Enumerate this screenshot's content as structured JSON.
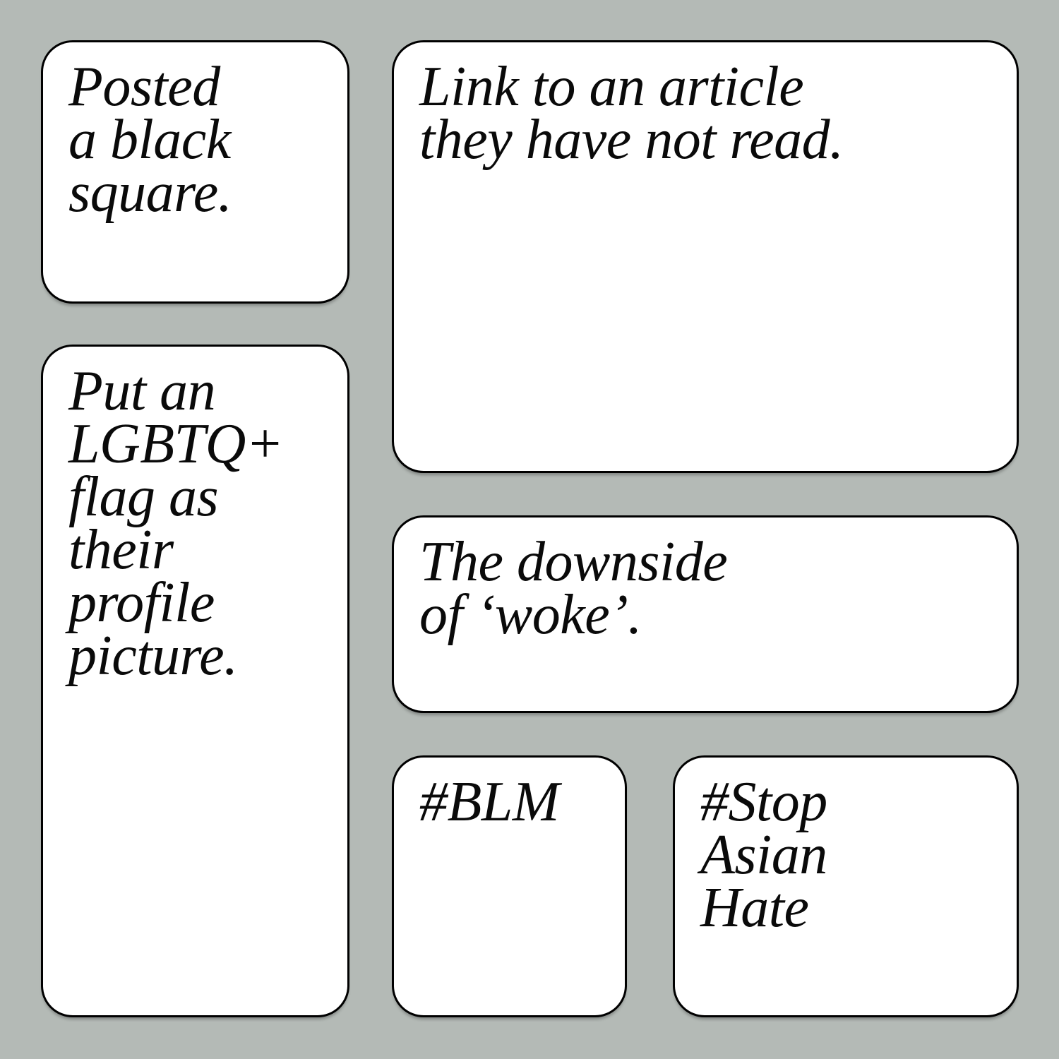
{
  "colors": {
    "background": "#b4bab6",
    "card_background": "#ffffff",
    "card_border": "#000000",
    "text": "#0a0a0a"
  },
  "cards": {
    "posted_square": {
      "text": "Posted\na black\nsquare."
    },
    "lgbtq_flag": {
      "text": "Put an\nLGBTQ+\nflag as\ntheir\nprofile\npicture."
    },
    "article_link": {
      "text": "Link to an article\nthey have not read."
    },
    "downside_woke": {
      "text": "The downside\nof ‘woke’."
    },
    "blm_hashtag": {
      "text": "#BLM"
    },
    "stop_asian_hate": {
      "text": "#Stop\nAsian\nHate"
    }
  }
}
